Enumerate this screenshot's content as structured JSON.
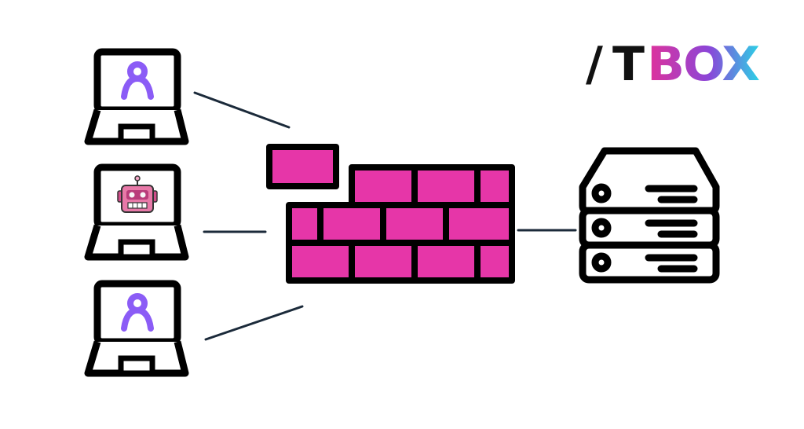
{
  "logo": {
    "text_slash": "/",
    "text_t": "T",
    "text_box": "BOX",
    "colors": {
      "dark": "#111111",
      "gradient_start": "#e0329a",
      "gradient_mid": "#8b46d8",
      "gradient_end": "#2ad3e6"
    }
  },
  "nodes": {
    "clients": [
      {
        "name": "user-laptop-1",
        "icon": "person-icon",
        "color": "#8b5cf6"
      },
      {
        "name": "bot-laptop",
        "icon": "robot-icon",
        "color": "#e879a8"
      },
      {
        "name": "user-laptop-2",
        "icon": "person-icon",
        "color": "#8b5cf6"
      }
    ],
    "firewall": {
      "icon": "brick-wall-icon",
      "color": "#e636a8"
    },
    "server": {
      "icon": "server-stack-icon"
    }
  },
  "colors": {
    "outline": "#000000",
    "connector": "#1b2a3a"
  }
}
